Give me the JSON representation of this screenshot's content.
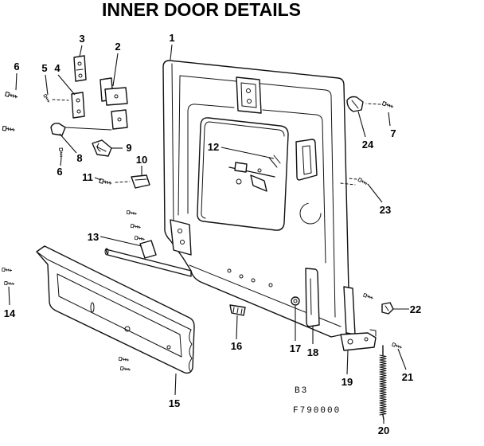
{
  "title": "INNER DOOR DETAILS",
  "callouts": [
    "1",
    "2",
    "3",
    "4",
    "5",
    "6",
    "6",
    "7",
    "8",
    "9",
    "10",
    "11",
    "12",
    "13",
    "14",
    "15",
    "16",
    "17",
    "18",
    "19",
    "20",
    "21",
    "22",
    "23",
    "24"
  ],
  "footer": {
    "page_code": "B3",
    "drawing_number": "F790000"
  }
}
